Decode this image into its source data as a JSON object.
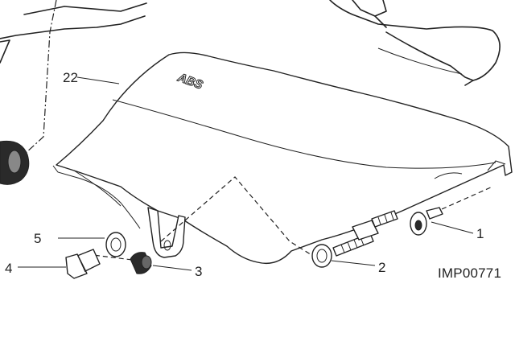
{
  "diagram": {
    "reference_code": "IMP00771",
    "embossed_text": "ABS",
    "callouts": [
      {
        "id": "callout-1",
        "label": "1"
      },
      {
        "id": "callout-2",
        "label": "2"
      },
      {
        "id": "callout-3",
        "label": "3"
      },
      {
        "id": "callout-4",
        "label": "4"
      },
      {
        "id": "callout-5",
        "label": "5"
      },
      {
        "id": "callout-22",
        "label": "22"
      }
    ]
  }
}
